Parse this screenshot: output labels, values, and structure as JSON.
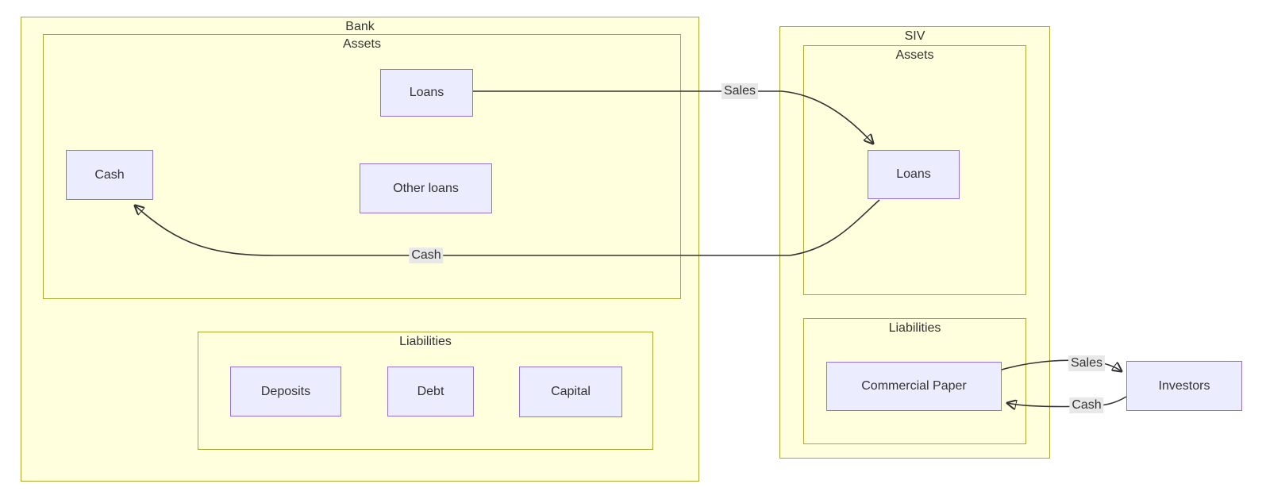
{
  "diagram": {
    "type": "flowchart",
    "clusters": {
      "bank": {
        "label": "Bank"
      },
      "bank_assets": {
        "label": "Assets"
      },
      "bank_liabilities": {
        "label": "Liabilities"
      },
      "siv": {
        "label": "SIV"
      },
      "siv_assets": {
        "label": "Assets"
      },
      "siv_liabilities": {
        "label": "Liabilities"
      }
    },
    "nodes": {
      "bank_loans": {
        "label": "Loans"
      },
      "bank_cash": {
        "label": "Cash"
      },
      "bank_other_loans": {
        "label": "Other loans"
      },
      "deposits": {
        "label": "Deposits"
      },
      "debt": {
        "label": "Debt"
      },
      "capital": {
        "label": "Capital"
      },
      "siv_loans": {
        "label": "Loans"
      },
      "commercial_paper": {
        "label": "Commercial Paper"
      },
      "investors": {
        "label": "Investors"
      }
    },
    "edges": {
      "sales_bank_loans_to_siv_loans": {
        "label": "Sales",
        "from": "Loans (Bank Assets)",
        "to": "Loans (SIV Assets)"
      },
      "cash_siv_loans_to_bank_cash": {
        "label": "Cash",
        "from": "Loans (SIV Assets)",
        "to": "Cash (Bank Assets)"
      },
      "sales_commercial_paper_to_investors": {
        "label": "Sales",
        "from": "Commercial Paper",
        "to": "Investors"
      },
      "cash_investors_to_commercial_paper": {
        "label": "Cash",
        "from": "Investors",
        "to": "Commercial Paper"
      }
    },
    "colors": {
      "node_fill": "#ECECFF",
      "node_border": "#9370DB",
      "cluster_fill": "#ffffde",
      "cluster_border": "#aaaa33",
      "edge_stroke": "#333333",
      "edge_label_bg": "#e8e8e8",
      "text": "#333333",
      "background": "#ffffff"
    }
  }
}
